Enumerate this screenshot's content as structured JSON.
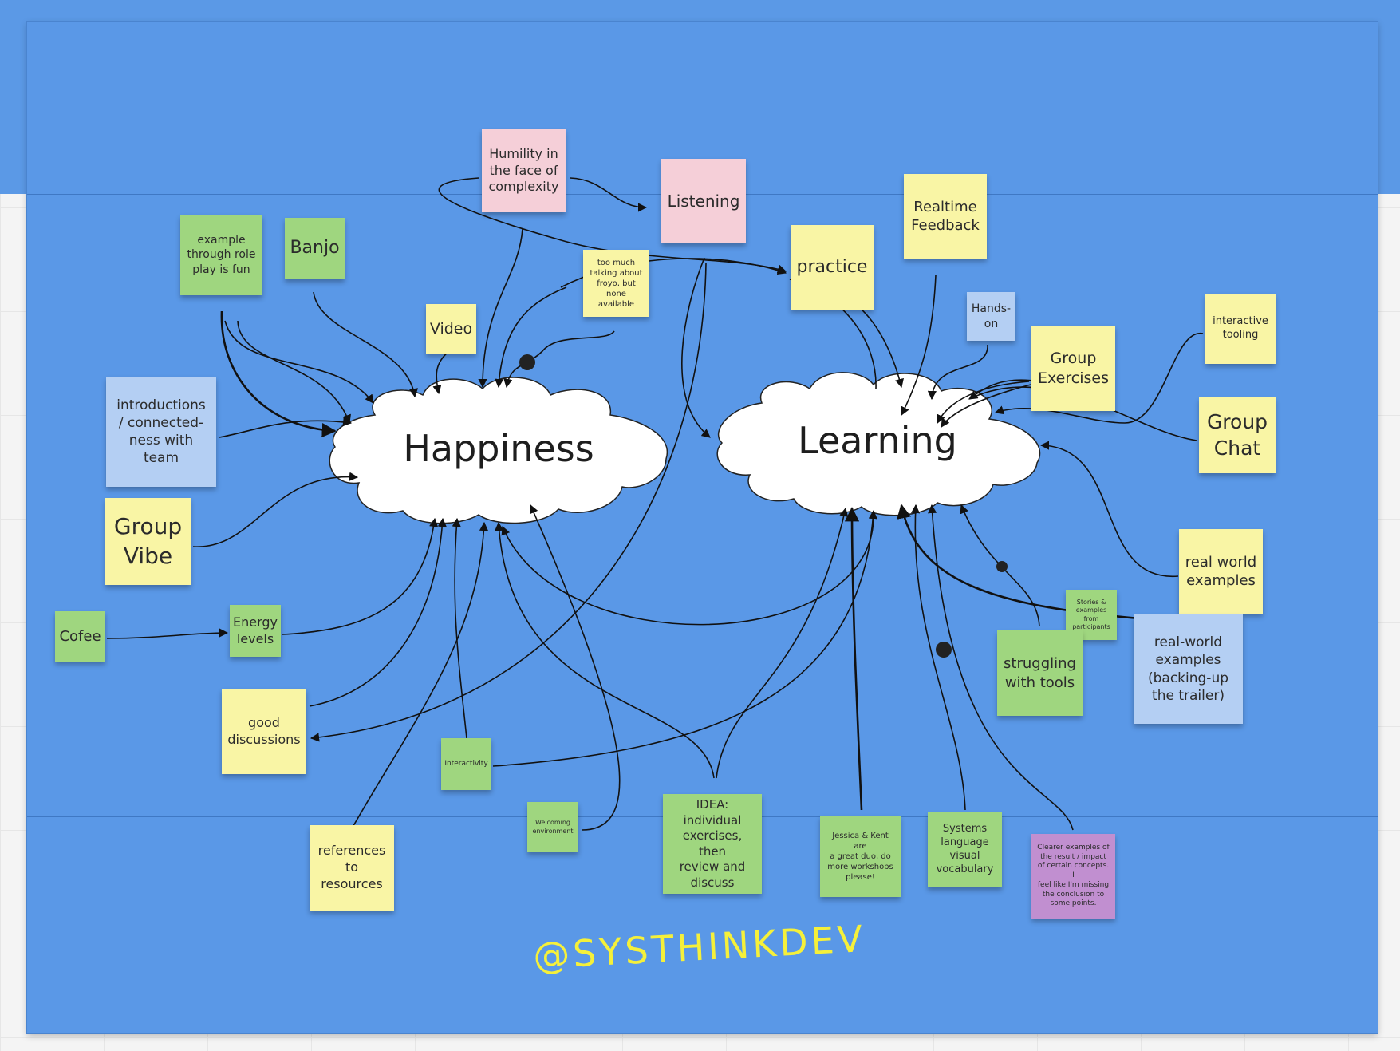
{
  "colors": {
    "board": "#5a98e7",
    "sticky_green": "#9fd67f",
    "sticky_yellow": "#f9f5a5",
    "sticky_pink": "#f5cfd8",
    "sticky_blue": "#b4cff3",
    "sticky_purple": "#c18fd0",
    "connector": "#111111",
    "signature": "#f5f03a"
  },
  "clouds": {
    "happiness": "Happiness",
    "learning": "Learning"
  },
  "notes": {
    "humility": "Humility in\nthe face of\ncomplexity",
    "listening": "Listening",
    "realtime_feedback": "Realtime\nFeedback",
    "practice": "practice",
    "role_play": "example\nthrough role\nplay  is fun",
    "banjo": "Banjo",
    "froyo": "too much\ntalking about\nfroyo, but\nnone available",
    "video": "Video",
    "hands_on": "Hands-\non",
    "group_exercises": "Group\nExercises",
    "interactive_tooling": "interactive\ntooling",
    "introductions": "introductions\n/ connected-\nness with\nteam",
    "group_chat": "Group\nChat",
    "group_vibe": "Group\nVibe",
    "real_world_examples": "real world\nexamples",
    "cofee": "Cofee",
    "energy_levels": "Energy\nlevels",
    "stories": "Stories &\nexamples\nfrom\nparticipants",
    "struggling": "struggling\nwith tools",
    "real_world_trailer": "real-world\nexamples\n(backing-up\nthe trailer)",
    "good_discussions": "good\ndiscussions",
    "interactivity": "Interactivity",
    "welcoming": "Welcoming\nenvironment",
    "idea": "IDEA:\nindividual\nexercises, then\nreview and\ndiscuss",
    "jessica_kent": "Jessica & Kent are\na great duo, do\nmore workshops\nplease!",
    "systems_language": "Systems\nlanguage\nvisual\nvocabulary",
    "clearer_examples": "Clearer examples of\nthe result / impact\nof certain concepts. I\nfeel like I'm missing\nthe conclusion to\nsome points.",
    "references": "references\nto\nresources"
  },
  "signature": "@SYSTHINKDEV"
}
